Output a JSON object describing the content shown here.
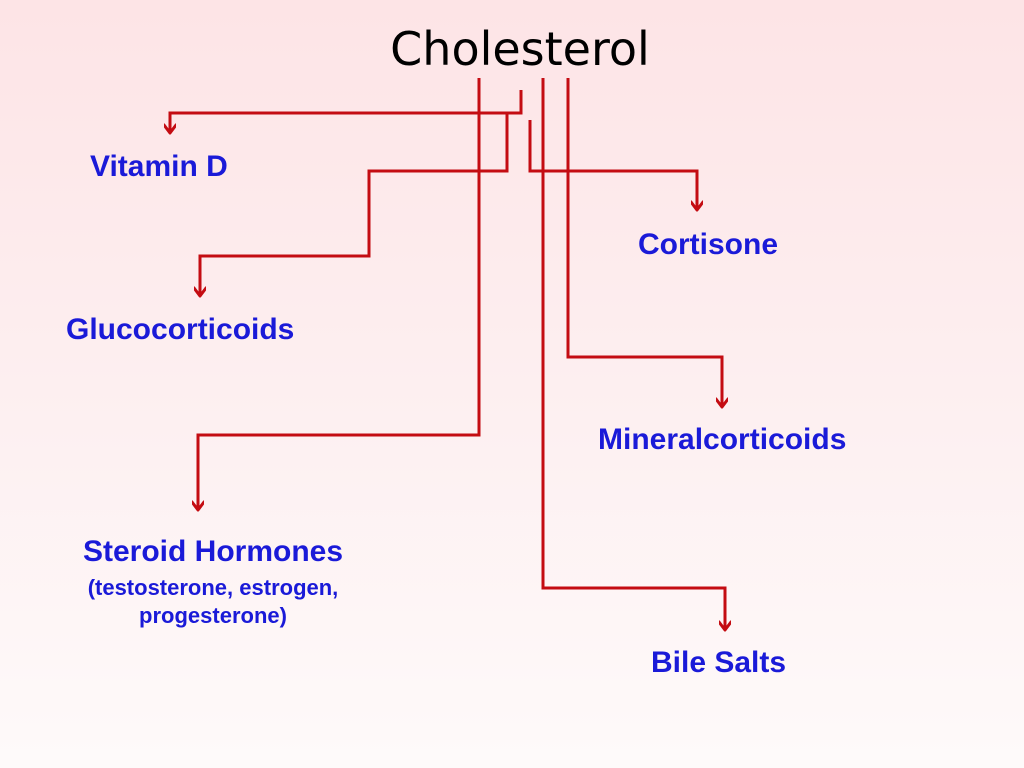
{
  "title": "Cholesterol",
  "products": {
    "vitamin_d": "Vitamin D",
    "glucocorticoids": "Glucocorticoids",
    "steroid_hormones": "Steroid Hormones",
    "steroid_hormones_note_line1": "(testosterone, estrogen,",
    "steroid_hormones_note_line2": "progesterone)",
    "cortisone": "Cortisone",
    "mineralcorticoids": "Mineralcorticoids",
    "bile_salts": "Bile Salts"
  },
  "colors": {
    "connector": "#c40c12",
    "label_text": "#1a1ad8",
    "title_text": "#000000"
  }
}
